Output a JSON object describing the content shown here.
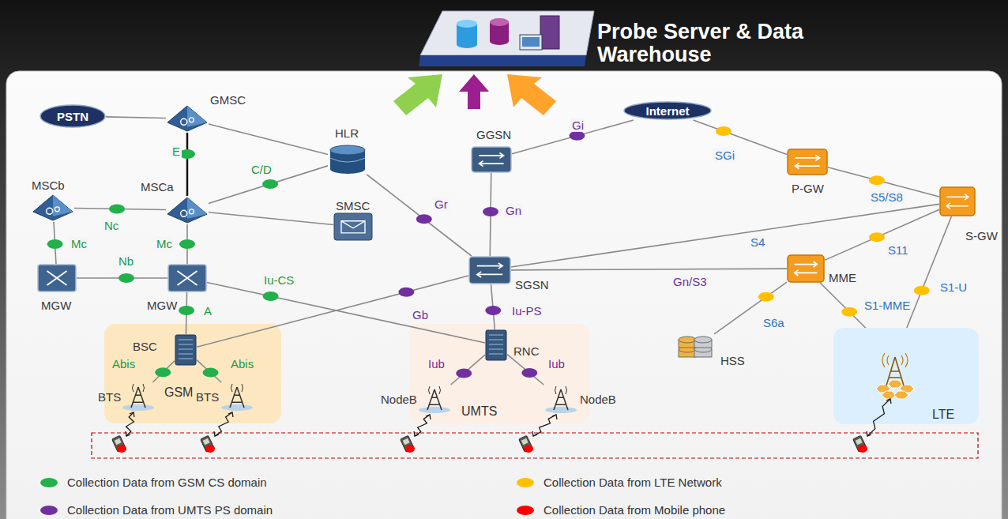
{
  "diagram": {
    "nodes": [
      {
        "text": [
          "Probe Server & Data Warehouse"
        ]
      },
      {
        "text": [
          "PSTN"
        ]
      },
      {
        "text": [
          "GMSC"
        ]
      },
      {
        "text": [
          "HLR"
        ]
      },
      {
        "text": [
          "GGSN"
        ]
      },
      {
        "text": [
          "Internet"
        ]
      },
      {
        "text": [
          "P-GW"
        ]
      },
      {
        "text": [
          "S-GW"
        ]
      },
      {
        "text": [
          "MSCb"
        ]
      },
      {
        "text": [
          "MSCa"
        ]
      },
      {
        "text": [
          "SMSC"
        ]
      },
      {
        "text": [
          "MGW"
        ]
      },
      {
        "text": [
          "MGW"
        ]
      },
      {
        "text": [
          "SGSN"
        ]
      },
      {
        "text": [
          "MME"
        ]
      },
      {
        "text": [
          "HSS"
        ]
      },
      {
        "text": [
          "GSM"
        ]
      },
      {
        "text": [
          "BSC"
        ],
        "in": 16
      },
      {
        "text": [
          "BTS"
        ],
        "in": 16
      },
      {
        "text": [
          "BTS"
        ],
        "in": 16
      },
      {
        "text": [
          "UMTS"
        ]
      },
      {
        "text": [
          "RNC"
        ],
        "in": 20
      },
      {
        "text": [
          "NodeB"
        ],
        "in": 20
      },
      {
        "text": [
          "NodeB"
        ],
        "in": 20
      },
      {
        "text": [
          "LTE"
        ]
      }
    ],
    "edges": [
      {
        "from": 1,
        "to": 2,
        "arrow": "none"
      },
      {
        "from": 2,
        "to": 9,
        "label": "E",
        "arrow": "none"
      },
      {
        "from": 2,
        "to": 3,
        "arrow": "none"
      },
      {
        "from": 9,
        "to": 3,
        "label": "C/D",
        "arrow": "none"
      },
      {
        "from": 9,
        "to": 10,
        "arrow": "none"
      },
      {
        "from": 8,
        "to": 9,
        "label": "Nc",
        "arrow": "none"
      },
      {
        "from": 8,
        "to": 11,
        "label": "Mc",
        "arrow": "none"
      },
      {
        "from": 9,
        "to": 12,
        "label": "Mc",
        "arrow": "none"
      },
      {
        "from": 11,
        "to": 12,
        "label": "Nb",
        "arrow": "none"
      },
      {
        "from": 12,
        "to": 17,
        "label": "A",
        "arrow": "none"
      },
      {
        "from": 12,
        "to": 21,
        "label": "Iu-CS",
        "arrow": "none"
      },
      {
        "from": 3,
        "to": 13,
        "label": "Gr",
        "arrow": "none"
      },
      {
        "from": 4,
        "to": 13,
        "label": "Gn",
        "arrow": "none"
      },
      {
        "from": 4,
        "to": 5,
        "label": "Gi",
        "arrow": "none"
      },
      {
        "from": 5,
        "to": 6,
        "label": "SGi",
        "arrow": "none"
      },
      {
        "from": 6,
        "to": 7,
        "label": "S5/S8",
        "arrow": "none"
      },
      {
        "from": 13,
        "to": 7,
        "label": "S4",
        "arrow": "none"
      },
      {
        "from": 13,
        "to": 14,
        "label": "Gn/S3",
        "arrow": "none"
      },
      {
        "from": 14,
        "to": 7,
        "label": "S11",
        "arrow": "none"
      },
      {
        "from": 14,
        "to": 15,
        "label": "S6a",
        "arrow": "none"
      },
      {
        "from": 14,
        "to": 24,
        "label": "S1-MME",
        "arrow": "none"
      },
      {
        "from": 7,
        "to": 24,
        "label": "S1-U",
        "arrow": "none"
      },
      {
        "from": 17,
        "to": 13,
        "label": "Gb",
        "arrow": "none"
      },
      {
        "from": 13,
        "to": 21,
        "label": "Iu-PS",
        "arrow": "none"
      },
      {
        "from": 17,
        "to": 18,
        "label": "Abis",
        "arrow": "none"
      },
      {
        "from": 17,
        "to": 19,
        "label": "Abis",
        "arrow": "none"
      },
      {
        "from": 21,
        "to": 22,
        "label": "Iub",
        "arrow": "none"
      },
      {
        "from": 21,
        "to": 23,
        "label": "Iub",
        "arrow": "none"
      }
    ],
    "legend": [
      {
        "text": "Collection Data from GSM CS domain",
        "color": "#22b04b"
      },
      {
        "text": "Collection Data from LTE Network",
        "color": "#ffc000"
      },
      {
        "text": "Collection Data from UMTS PS domain",
        "color": "#7030a0"
      },
      {
        "text": "Collection Data from Mobile phone",
        "color": "#ff0000"
      }
    ]
  }
}
